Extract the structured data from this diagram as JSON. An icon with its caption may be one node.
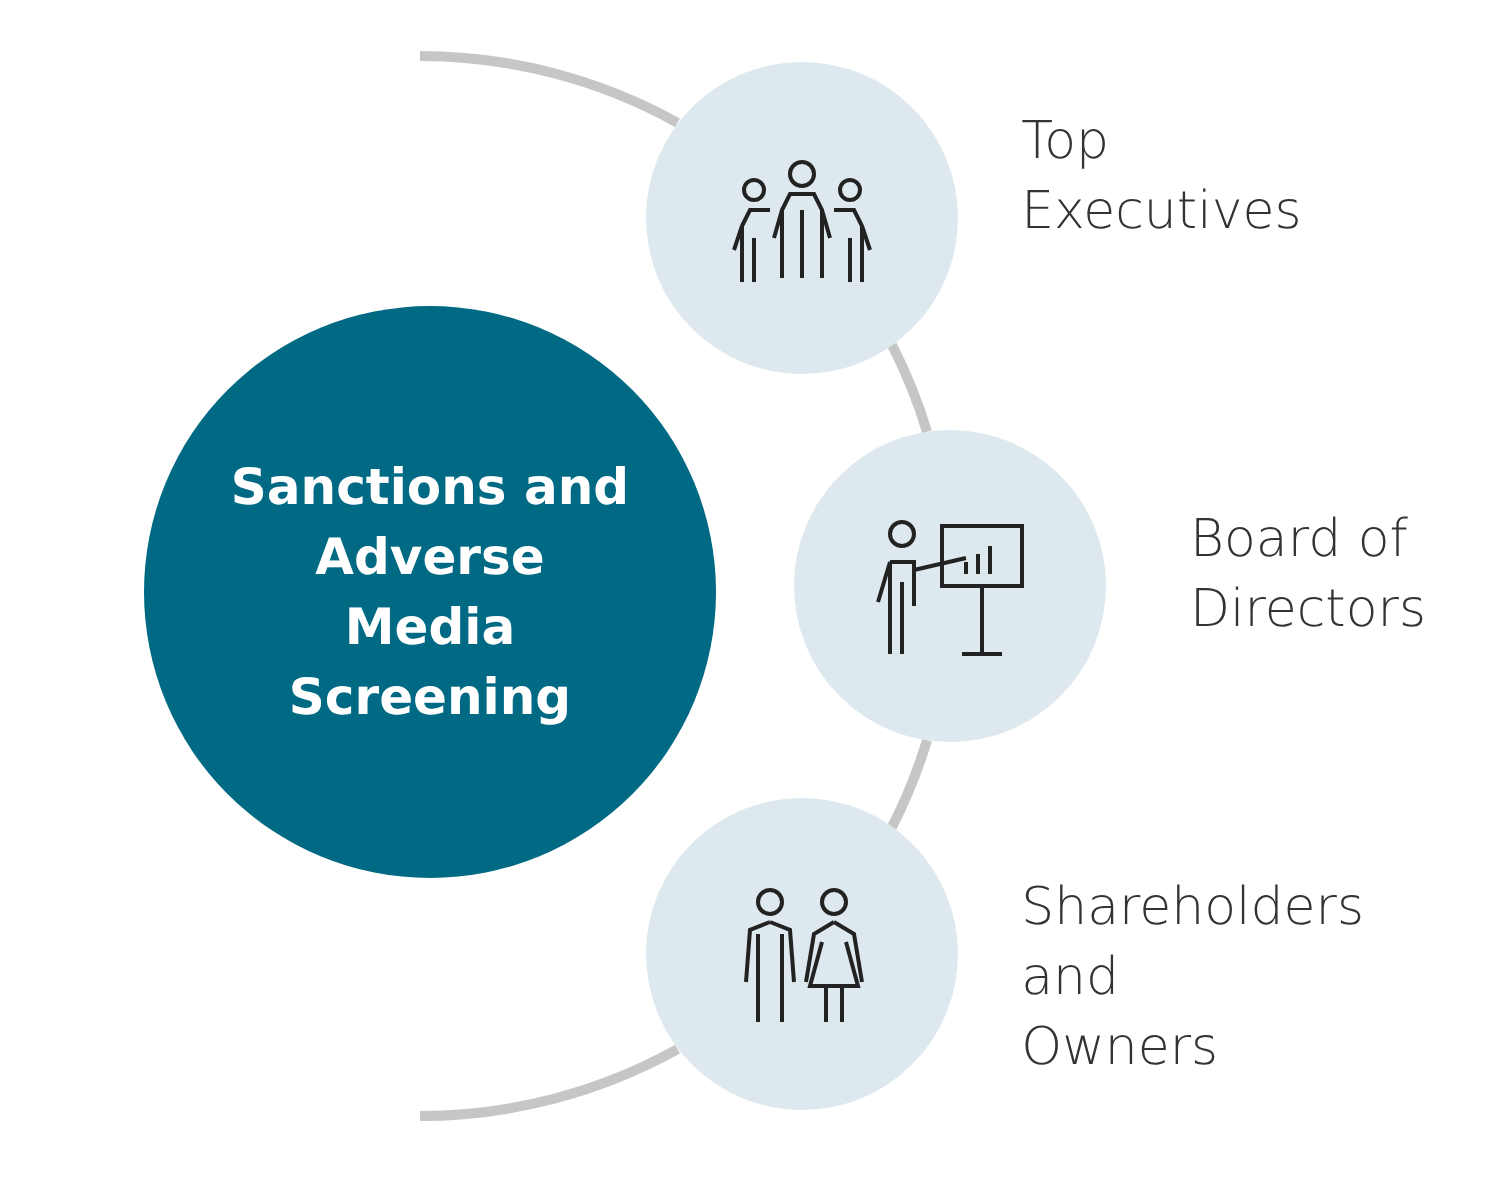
{
  "diagram": {
    "nodes": [
      {
        "text": [
          "Sanctions and Adverse Media Screening"
        ]
      },
      {
        "text": [],
        "shape": "circle",
        "beside": [
          "Top Executives"
        ]
      },
      {
        "text": [],
        "shape": "circle",
        "beside": [
          "Board of Directors"
        ]
      },
      {
        "text": [],
        "shape": "circle",
        "beside": [
          "Shareholders and Owners"
        ]
      }
    ],
    "edges": [
      {
        "from": null,
        "to": 1,
        "arrow": "none"
      },
      {
        "from": 1,
        "to": 2,
        "arrow": "none"
      },
      {
        "from": 2,
        "to": 3,
        "arrow": "none"
      },
      {
        "from": 3,
        "to": null,
        "arrow": "none"
      }
    ]
  }
}
